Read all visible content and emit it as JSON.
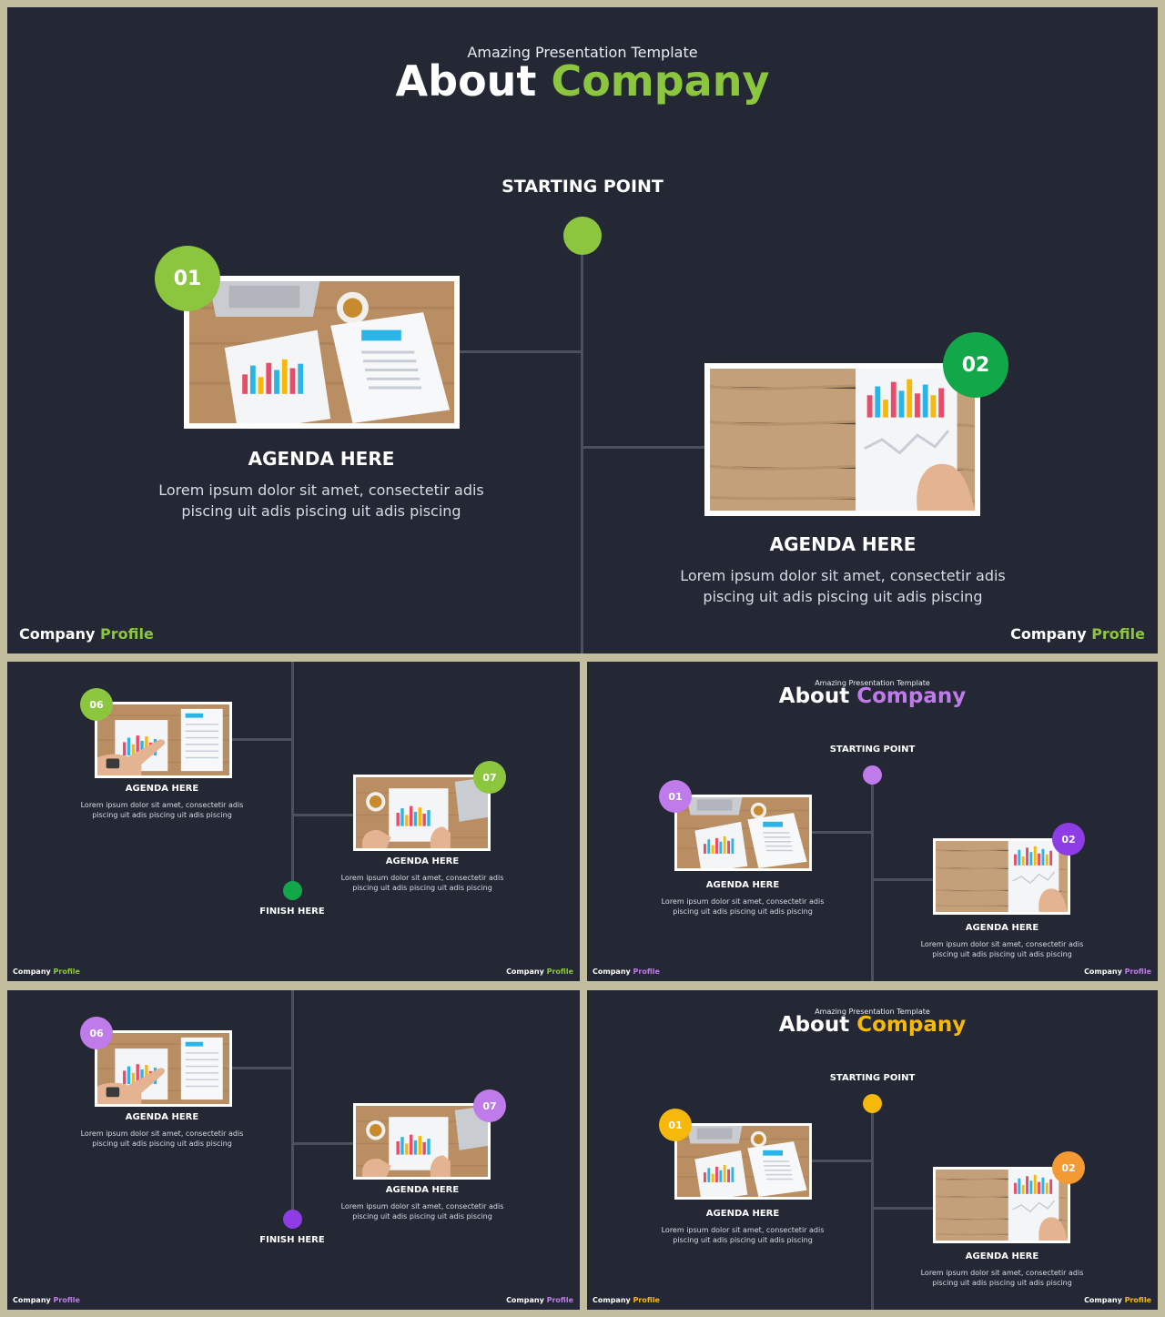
{
  "colors": {
    "bg": "#232834",
    "frame": "#c2bd9c",
    "line": "#4a505c",
    "green_light": "#8cc63f",
    "green_dark": "#12a84a",
    "purple_light": "#c07bea",
    "purple_dark": "#8e3ce6",
    "yellow": "#f6b80b",
    "orange": "#f49a32"
  },
  "slide1": {
    "subtitle": "Amazing Presentation Template",
    "title_a": "About ",
    "title_b": "Company",
    "start": "STARTING POINT",
    "card1": {
      "badge": "01",
      "title": "AGENDA HERE",
      "desc": "Lorem ipsum dolor sit amet, consectetir adis piscing uit adis piscing uit adis piscing"
    },
    "card2": {
      "badge": "02",
      "title": "AGENDA HERE",
      "desc": "Lorem ipsum dolor sit amet, consectetir adis piscing uit adis piscing uit adis piscing"
    },
    "footer_a": "Company ",
    "footer_b": "Profile"
  },
  "slide2": {
    "card1": {
      "badge": "06",
      "title": "AGENDA HERE",
      "desc": "Lorem ipsum dolor sit amet, consectetir adis piscing uit adis piscing uit adis piscing"
    },
    "card2": {
      "badge": "07",
      "title": "AGENDA HERE",
      "desc": "Lorem ipsum dolor sit amet, consectetir adis piscing uit adis piscing uit adis piscing"
    },
    "finish": "FINISH HERE",
    "footer_a": "Company ",
    "footer_b": "Profile"
  },
  "slide3": {
    "subtitle": "Amazing Presentation Template",
    "title_a": "About ",
    "title_b": "Company",
    "start": "STARTING POINT",
    "card1": {
      "badge": "01",
      "title": "AGENDA HERE",
      "desc": "Lorem ipsum dolor sit amet, consectetir adis piscing uit adis piscing uit adis piscing"
    },
    "card2": {
      "badge": "02",
      "title": "AGENDA HERE",
      "desc": "Lorem ipsum dolor sit amet, consectetir adis piscing uit adis piscing uit adis piscing"
    },
    "footer_a": "Company ",
    "footer_b": "Profile"
  },
  "slide4": {
    "card1": {
      "badge": "06",
      "title": "AGENDA HERE",
      "desc": "Lorem ipsum dolor sit amet, consectetir adis piscing uit adis piscing uit adis piscing"
    },
    "card2": {
      "badge": "07",
      "title": "AGENDA HERE",
      "desc": "Lorem ipsum dolor sit amet, consectetir adis piscing uit adis piscing uit adis piscing"
    },
    "finish": "FINISH HERE",
    "footer_a": "Company ",
    "footer_b": "Profile"
  },
  "slide5": {
    "subtitle": "Amazing Presentation Template",
    "title_a": "About ",
    "title_b": "Company",
    "start": "STARTING POINT",
    "card1": {
      "badge": "01",
      "title": "AGENDA HERE",
      "desc": "Lorem ipsum dolor sit amet, consectetir adis piscing uit adis piscing uit adis piscing"
    },
    "card2": {
      "badge": "02",
      "title": "AGENDA HERE",
      "desc": "Lorem ipsum dolor sit amet, consectetir adis piscing uit adis piscing uit adis piscing"
    },
    "footer_a": "Company ",
    "footer_b": "Profile"
  }
}
